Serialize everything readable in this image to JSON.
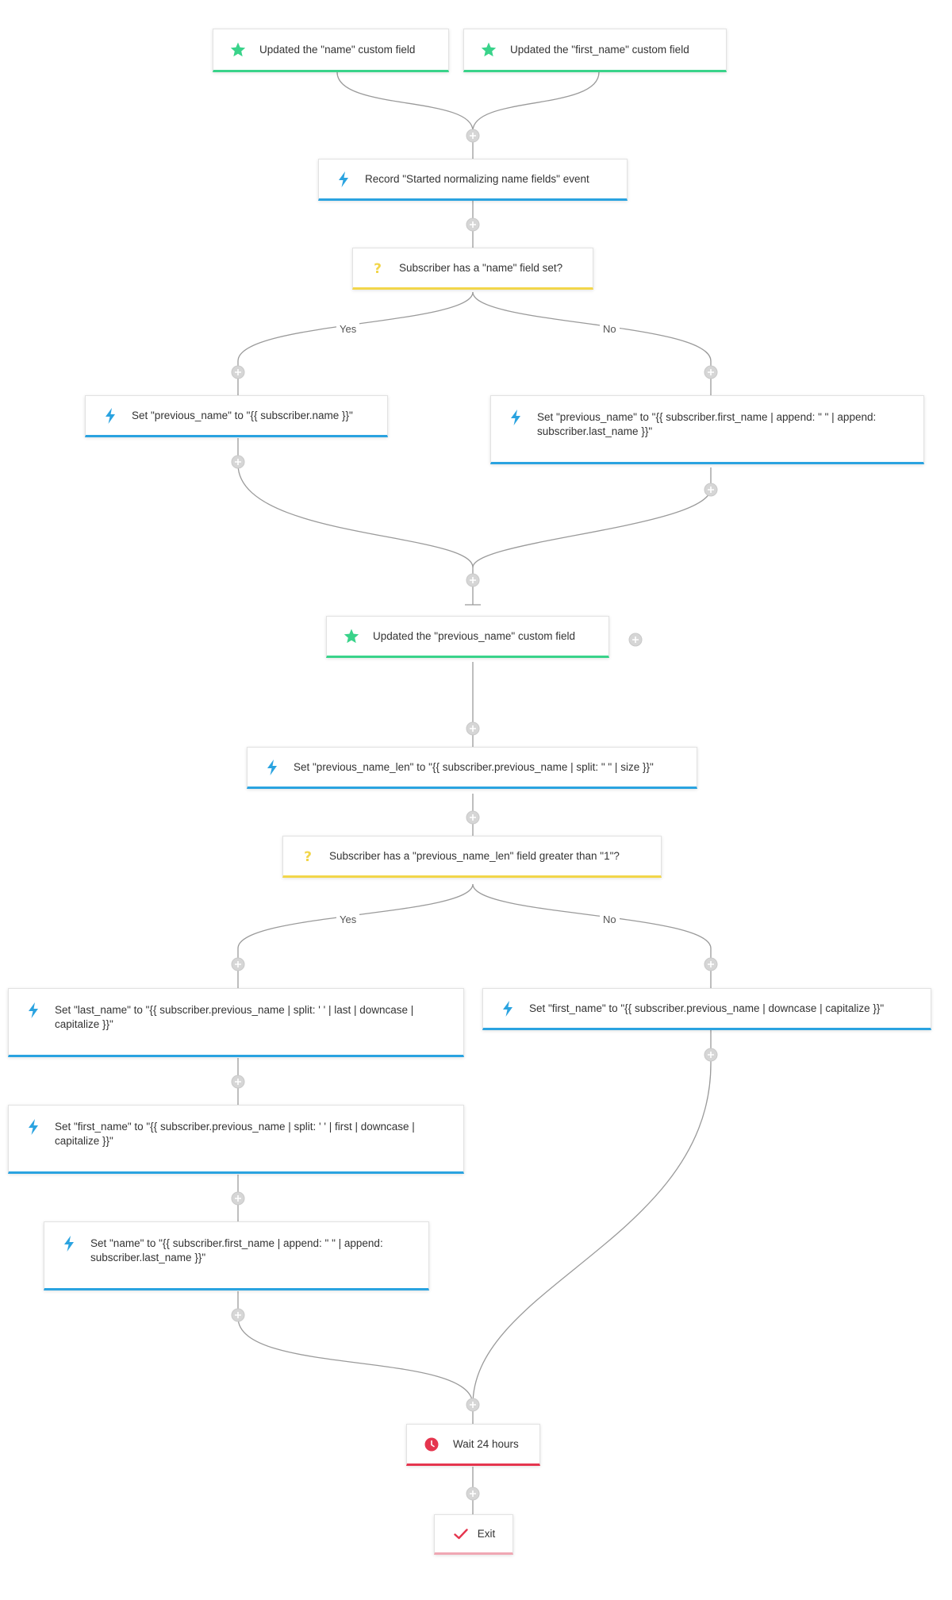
{
  "colors": {
    "trigger": "#39d38a",
    "action": "#2aa3e0",
    "condition": "#f2d64a",
    "delay": "#e5354e",
    "exit": "#f0a7b3",
    "connector": "#9a9a9a"
  },
  "nodes": {
    "trigger_name": {
      "icon": "star-icon",
      "text": "Updated the \"name\" custom field"
    },
    "trigger_first_name": {
      "icon": "star-icon",
      "text": "Updated the \"first_name\" custom field"
    },
    "record_event": {
      "icon": "lightning-icon",
      "text": "Record \"Started normalizing name fields\" event"
    },
    "cond_name_set": {
      "icon": "question-icon",
      "text": "Subscriber has a \"name\" field set?"
    },
    "set_prev_name_yes": {
      "icon": "lightning-icon",
      "text": "Set \"previous_name\" to \"{{ subscriber.name }}\""
    },
    "set_prev_name_no": {
      "icon": "lightning-icon",
      "text": "Set \"previous_name\" to \"{{ subscriber.first_name | append: \" \" | append: subscriber.last_name }}\""
    },
    "trigger_previous_name": {
      "icon": "star-icon",
      "text": "Updated the \"previous_name\" custom field"
    },
    "set_prev_name_len": {
      "icon": "lightning-icon",
      "text": "Set \"previous_name_len\" to \"{{ subscriber.previous_name | split: \" \" | size }}\""
    },
    "cond_len_gt_1": {
      "icon": "question-icon",
      "text": "Subscriber has a \"previous_name_len\" field greater than \"1\"?"
    },
    "set_last_name": {
      "icon": "lightning-icon",
      "text": "Set \"last_name\" to \"{{ subscriber.previous_name | split: ' ' | last | downcase | capitalize }}\""
    },
    "set_first_name_no": {
      "icon": "lightning-icon",
      "text": "Set \"first_name\" to \"{{ subscriber.previous_name | downcase | capitalize }}\""
    },
    "set_first_name_yes": {
      "icon": "lightning-icon",
      "text": "Set \"first_name\" to \"{{ subscriber.previous_name | split: ' ' | first | downcase | capitalize }}\""
    },
    "set_name": {
      "icon": "lightning-icon",
      "text": "Set \"name\" to \"{{ subscriber.first_name | append: \" \" | append: subscriber.last_name }}\""
    },
    "wait": {
      "icon": "clock-icon",
      "text": "Wait 24 hours"
    },
    "exit": {
      "icon": "checkmark-icon",
      "text": "Exit"
    }
  },
  "branches": {
    "cond1": {
      "yes": "Yes",
      "no": "No"
    },
    "cond2": {
      "yes": "Yes",
      "no": "No"
    }
  }
}
